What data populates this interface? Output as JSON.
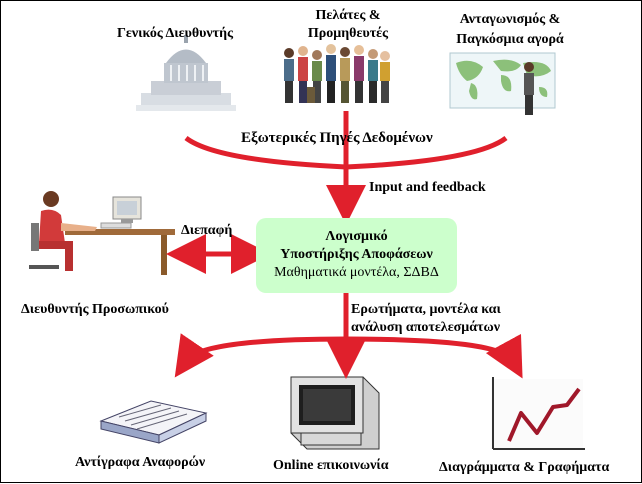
{
  "sources": {
    "ceo": "Γενικός Διευθυντής",
    "clients_line1": "Πελάτες &",
    "clients_line2": "Προμηθευτές",
    "competition_line1": "Ανταγωνισμός &",
    "competition_line2": "Παγκόσμια αγορά"
  },
  "external_sources": "Εξωτερικές Πηγές Δεδομένων",
  "input_feedback": "Input and feedback",
  "interface": "Διεπαφή",
  "hr_manager": "Διευθυντής Προσωπικού",
  "dss": {
    "line1": "Λογισμικό",
    "line2": "Υποστήριξης Αποφάσεων",
    "line3": "Μαθηματικά μοντέλα, ΣΔΒΔ"
  },
  "queries_line1": "Ερωτήματα, μοντέλα και",
  "queries_line2": "ανάλυση αποτελεσμάτων",
  "outputs": {
    "reports": "Αντίγραφα Αναφορών",
    "online": "Online επικοινωνία",
    "charts": "Διαγράμματα & Γραφήματα"
  },
  "colors": {
    "arrow": "#e0202c",
    "box": "#ccffcc"
  }
}
